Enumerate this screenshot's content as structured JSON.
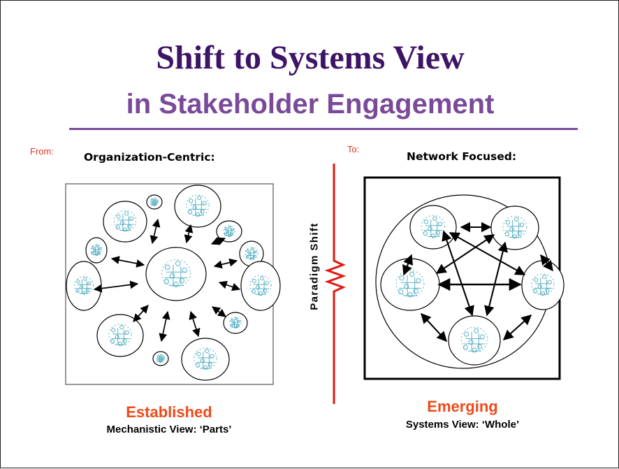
{
  "title": {
    "line1": "Shift to Systems View",
    "line2": "in Stakeholder Engagement"
  },
  "left": {
    "from_label": "From:",
    "heading": "Organization-Centric:",
    "caption": "Established",
    "subcaption": "Mechanistic View: ‘Parts’"
  },
  "right": {
    "to_label": "To:",
    "heading": "Network Focused:",
    "caption": "Emerging",
    "subcaption": "Systems View: ‘Whole’"
  },
  "divider": {
    "label": "Paradigm Shift"
  },
  "colors": {
    "title": "#3d1466",
    "subtitle": "#7a4a9a",
    "accent_red": "#e0341c",
    "caption_orange": "#ef4a18",
    "divider_red": "#e01a12",
    "node_sketch": "#5bb1c4"
  },
  "icons": {
    "node": "stakeholder-cluster-icon",
    "connector": "double-headed-arrow"
  }
}
